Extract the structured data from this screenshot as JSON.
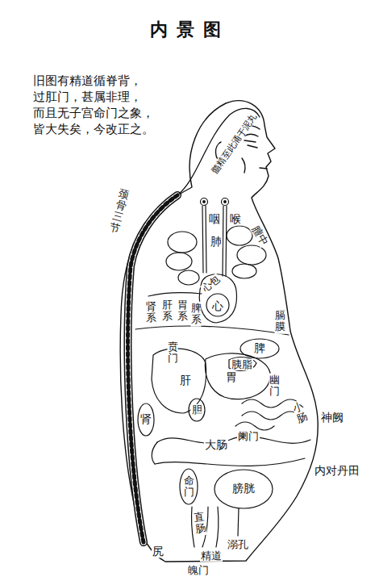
{
  "diagram": {
    "title": "内景图",
    "labels": [
      "旧图有精道循脊背， 过肛门，甚属非理， 而且无子宫命门之象， 皆大失矣，今改正之。",
      "髓精至此涌于泥丸",
      "颈骨三节",
      "咽",
      "喉",
      "肺",
      "膻中",
      "心包",
      "心",
      "肾系",
      "肝系",
      "胃系",
      "脾系",
      "膈膜",
      "贲门",
      "脾",
      "胰脂",
      "肝",
      "胃",
      "幽门",
      "小肠",
      "神阙",
      "肾",
      "胆",
      "大肠",
      "阑门",
      "内对丹田",
      "命门",
      "膀胱",
      "直肠",
      "尻",
      "精道",
      "溺孔",
      "魄门"
    ]
  }
}
